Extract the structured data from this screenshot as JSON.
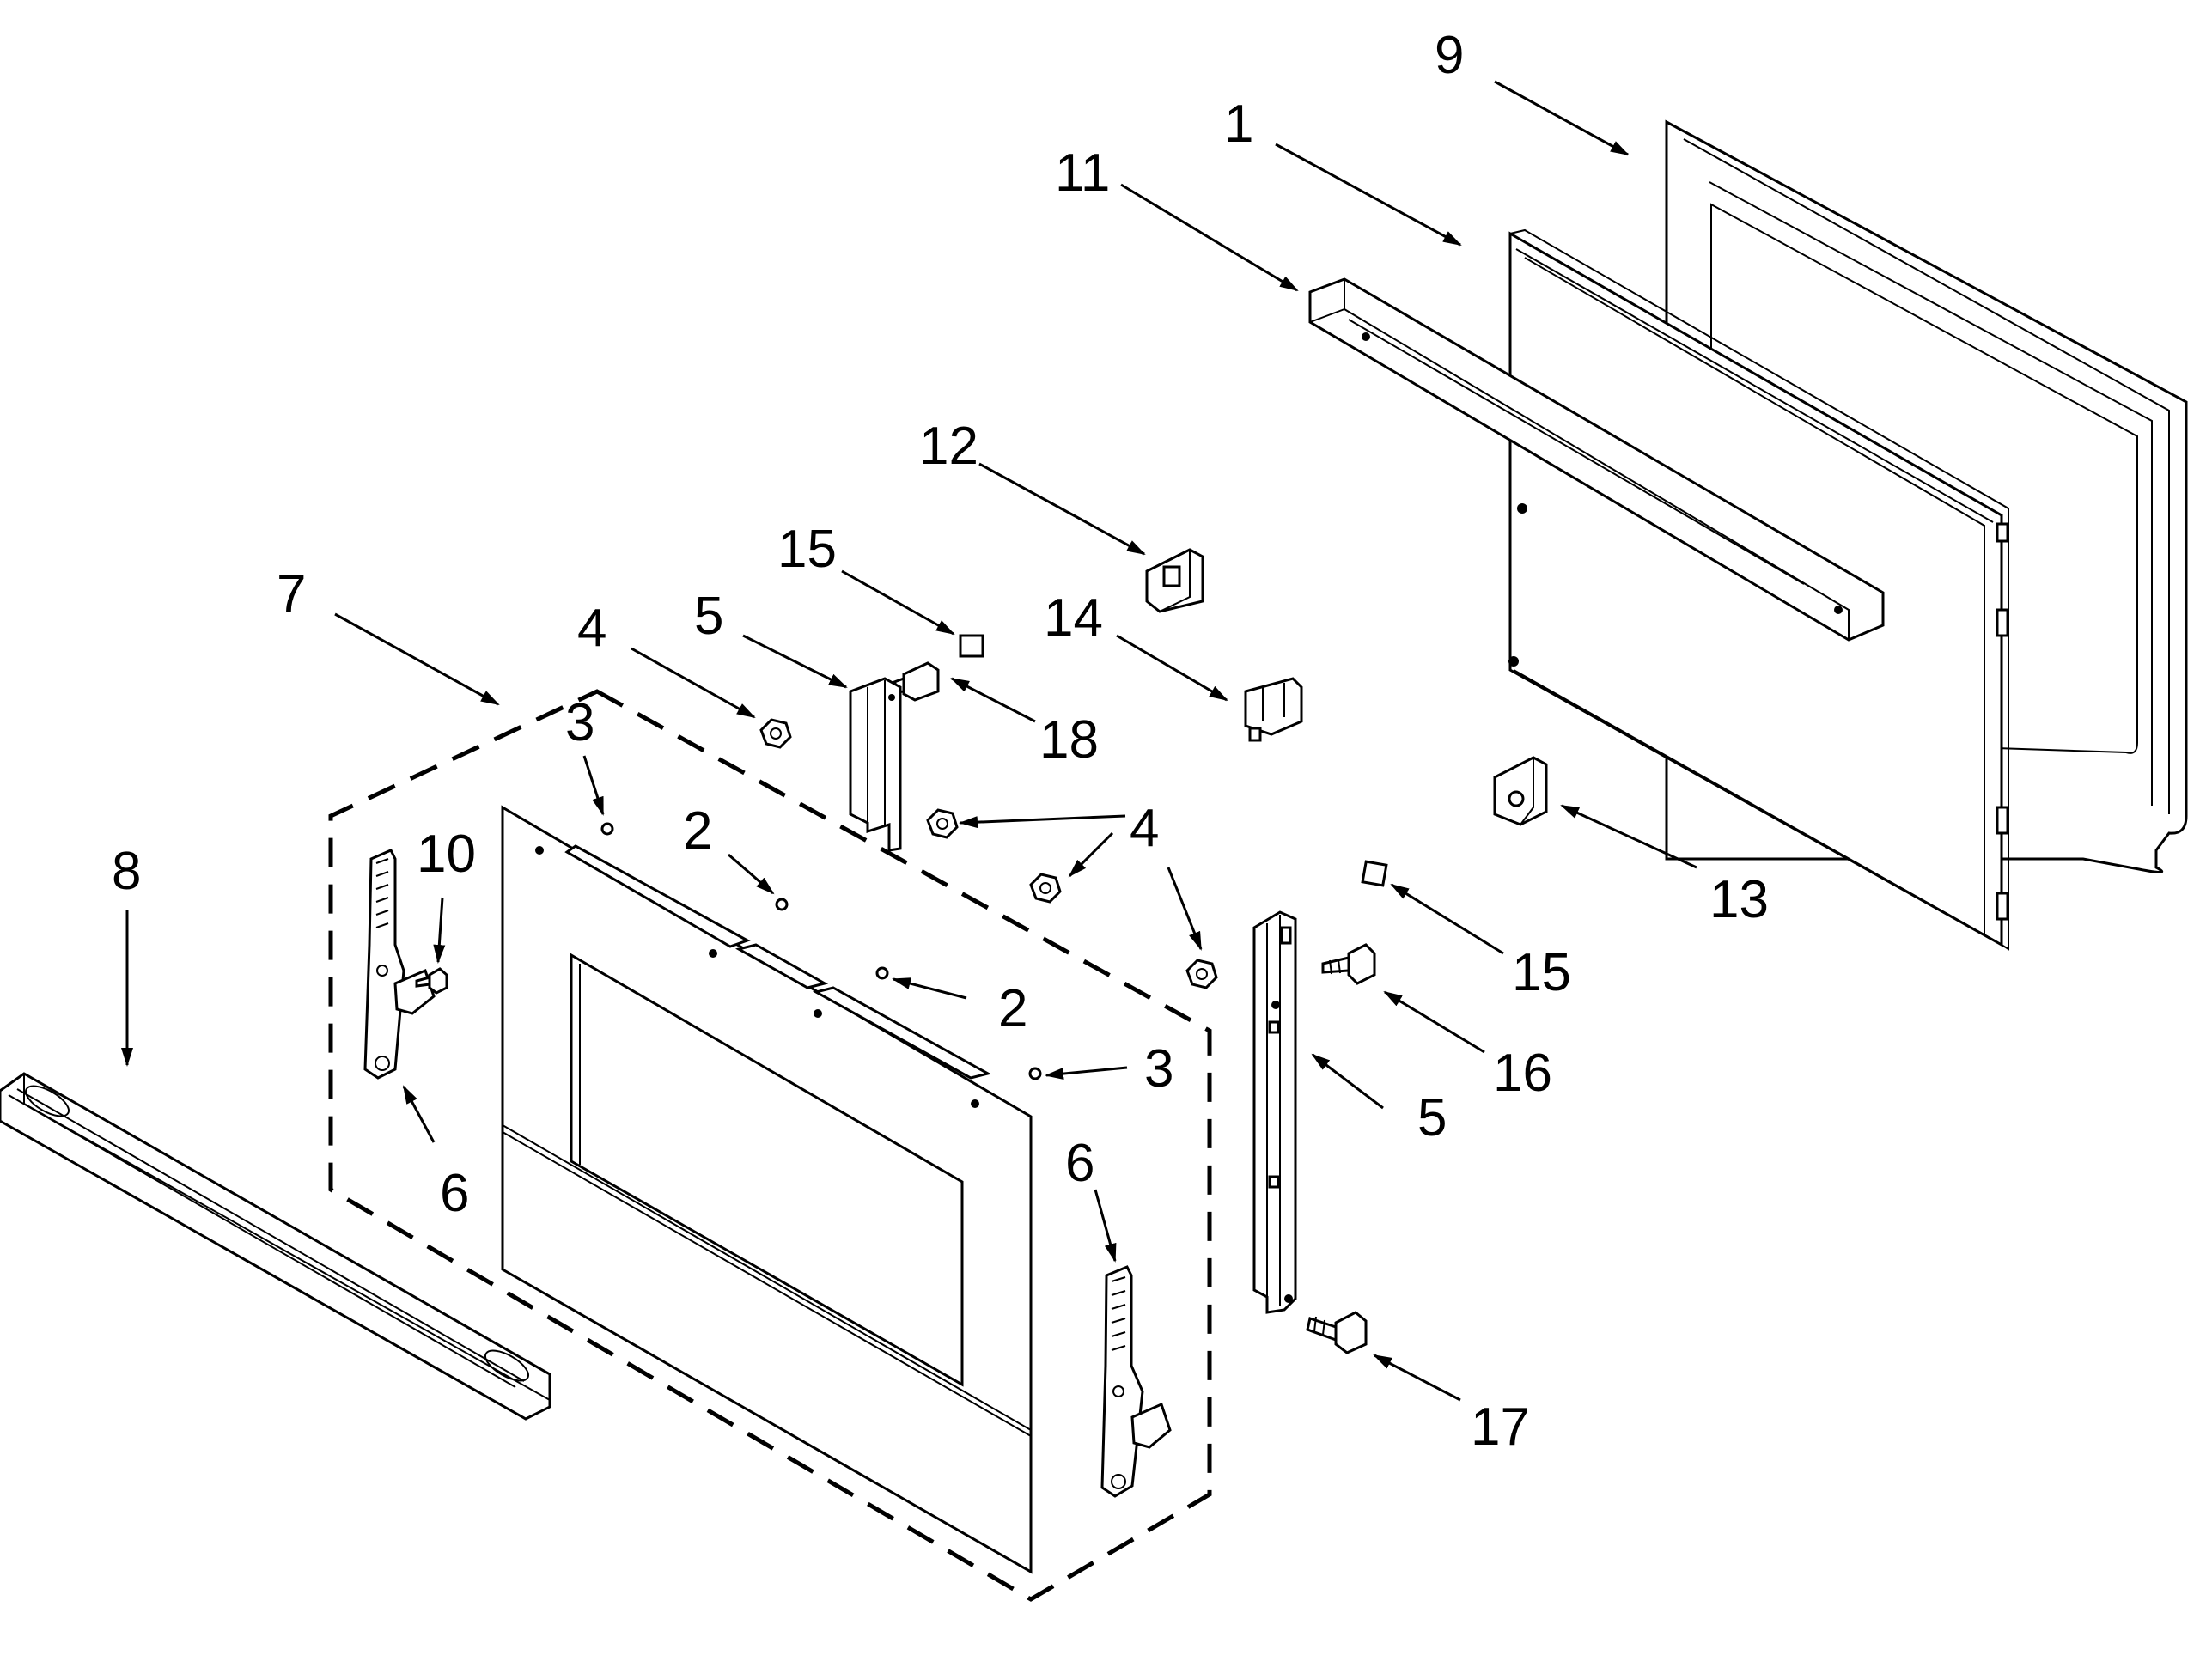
{
  "callouts": [
    {
      "id": "c9",
      "text": "9"
    },
    {
      "id": "c1",
      "text": "1"
    },
    {
      "id": "c11",
      "text": "11"
    },
    {
      "id": "c12",
      "text": "12"
    },
    {
      "id": "c15a",
      "text": "15"
    },
    {
      "id": "c14",
      "text": "14"
    },
    {
      "id": "c7",
      "text": "7"
    },
    {
      "id": "c4a",
      "text": "4"
    },
    {
      "id": "c5a",
      "text": "5"
    },
    {
      "id": "c18",
      "text": "18"
    },
    {
      "id": "c3a",
      "text": "3"
    },
    {
      "id": "c2a",
      "text": "2"
    },
    {
      "id": "c4b",
      "text": "4"
    },
    {
      "id": "c10",
      "text": "10"
    },
    {
      "id": "c8",
      "text": "8"
    },
    {
      "id": "c13",
      "text": "13"
    },
    {
      "id": "c15b",
      "text": "15"
    },
    {
      "id": "c2b",
      "text": "2"
    },
    {
      "id": "c16",
      "text": "16"
    },
    {
      "id": "c3b",
      "text": "3"
    },
    {
      "id": "c5b",
      "text": "5"
    },
    {
      "id": "c6a",
      "text": "6"
    },
    {
      "id": "c6b",
      "text": "6"
    },
    {
      "id": "c17",
      "text": "17"
    }
  ]
}
